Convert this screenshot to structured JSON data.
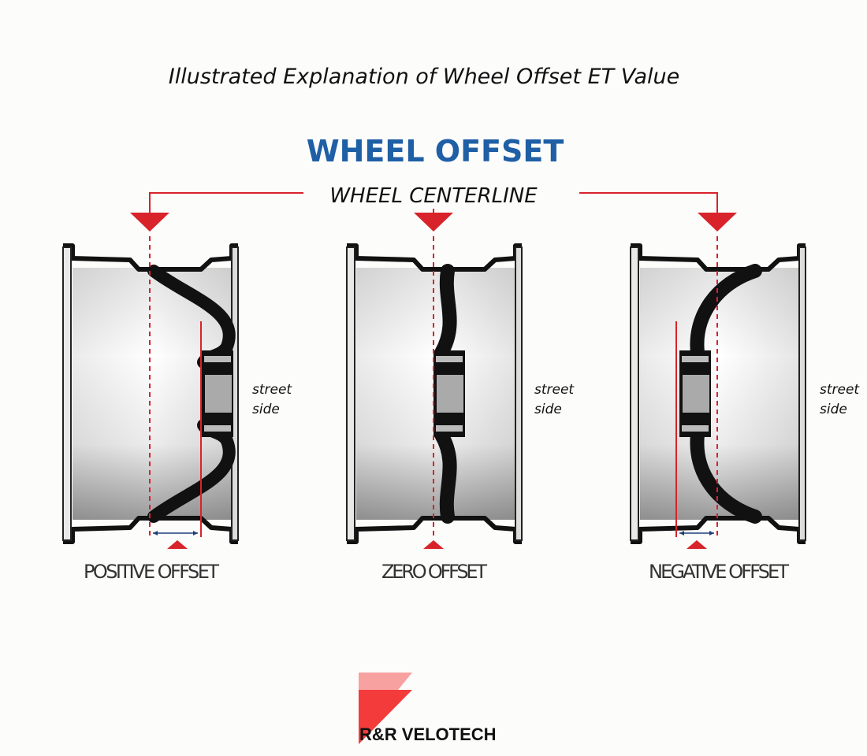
{
  "title": "Illustrated Explanation of Wheel Offset ET Value",
  "heading": "WHEEL OFFSET",
  "centerline_label": "WHEEL CENTERLINE",
  "wheels": [
    {
      "label": "POSITIVE OFFSET",
      "street_1": "street",
      "street_2": "side"
    },
    {
      "label": "ZERO OFFSET",
      "street_1": "street",
      "street_2": "side"
    },
    {
      "label": "NEGATIVE OFFSET",
      "street_1": "street",
      "street_2": "side"
    }
  ],
  "brand": "R&R VELOTECH",
  "colors": {
    "accent_red": "#d8232a",
    "heading_blue": "#1f5fa5",
    "logo_light": "#f7a1a1",
    "logo_red": "#f43b3b"
  }
}
